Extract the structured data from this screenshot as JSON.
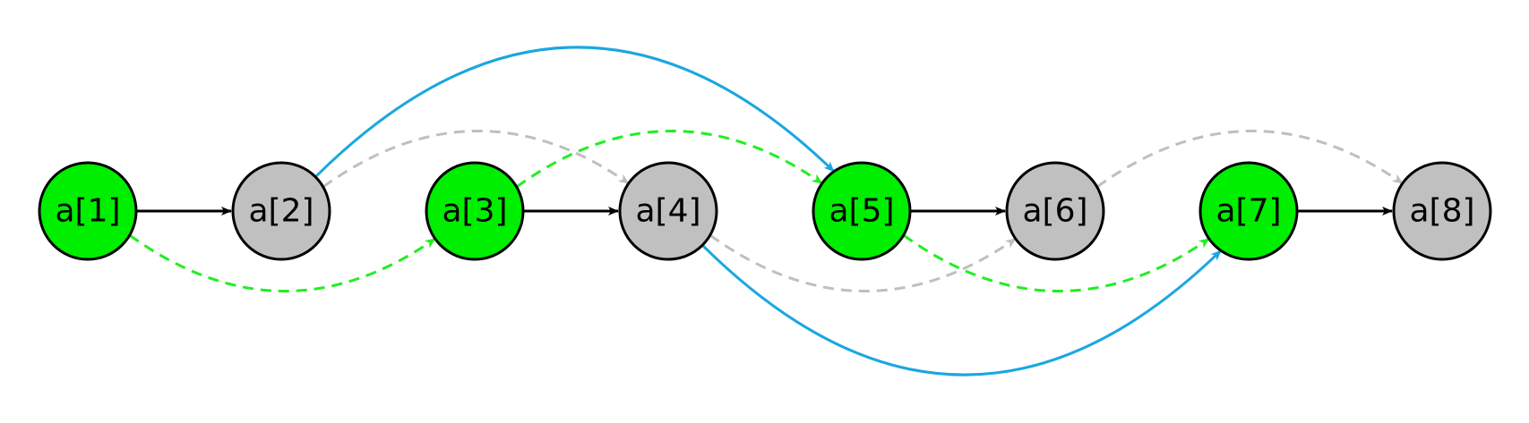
{
  "colors": {
    "green_node": "#00ee00",
    "gray_node": "#c0c0c0",
    "black_edge": "#000000",
    "blue_edge": "#1aa7e0",
    "green_edge": "#22ee22",
    "gray_edge": "#bfbfbf"
  },
  "nodes": [
    {
      "id": "n1",
      "label": "a[1]",
      "fill": "green"
    },
    {
      "id": "n2",
      "label": "a[2]",
      "fill": "gray"
    },
    {
      "id": "n3",
      "label": "a[3]",
      "fill": "green"
    },
    {
      "id": "n4",
      "label": "a[4]",
      "fill": "gray"
    },
    {
      "id": "n5",
      "label": "a[5]",
      "fill": "green"
    },
    {
      "id": "n6",
      "label": "a[6]",
      "fill": "gray"
    },
    {
      "id": "n7",
      "label": "a[7]",
      "fill": "green"
    },
    {
      "id": "n8",
      "label": "a[8]",
      "fill": "gray"
    }
  ],
  "edges": [
    {
      "from": "n1",
      "to": "n2",
      "style": "black-solid"
    },
    {
      "from": "n3",
      "to": "n4",
      "style": "black-solid"
    },
    {
      "from": "n5",
      "to": "n6",
      "style": "black-solid"
    },
    {
      "from": "n7",
      "to": "n8",
      "style": "black-solid"
    },
    {
      "from": "n1",
      "to": "n3",
      "style": "green-dashed"
    },
    {
      "from": "n3",
      "to": "n5",
      "style": "green-dashed"
    },
    {
      "from": "n5",
      "to": "n7",
      "style": "green-dashed"
    },
    {
      "from": "n2",
      "to": "n4",
      "style": "gray-dashed"
    },
    {
      "from": "n4",
      "to": "n6",
      "style": "gray-dashed"
    },
    {
      "from": "n6",
      "to": "n8",
      "style": "gray-dashed"
    },
    {
      "from": "n2",
      "to": "n5",
      "style": "blue-solid"
    },
    {
      "from": "n4",
      "to": "n7",
      "style": "blue-solid"
    }
  ]
}
